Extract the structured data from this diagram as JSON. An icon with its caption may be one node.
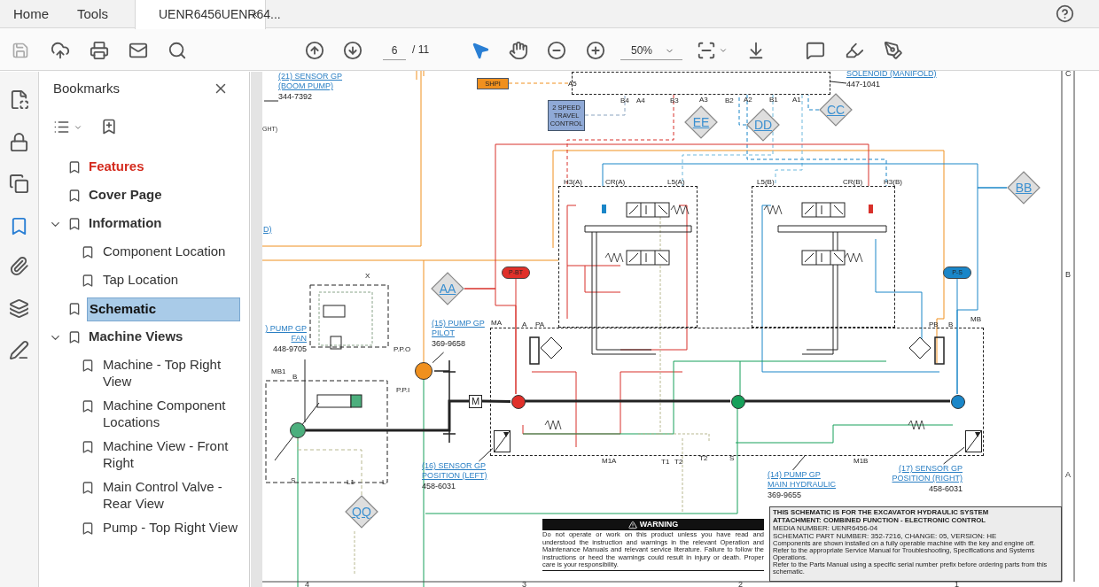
{
  "diagram": {
    "nodes": [
      {
        "text": [],
        "shape": "box"
      },
      {
        "text": [
          "SHPI"
        ]
      },
      {
        "text": [
          "2 SPEED TRAVEL CONTROL"
        ]
      },
      {
        "text": [
          "EE"
        ]
      },
      {
        "text": [
          "DD"
        ]
      },
      {
        "text": [
          "CC"
        ]
      },
      {
        "text": [
          "SOLENOID (MANIFOLD)",
          "447-1041"
        ]
      },
      {
        "text": [
          "(21) SENSOR GP (BOOM PUMP)",
          "344-7392"
        ]
      },
      {
        "text": [
          "BB"
        ]
      },
      {
        "text": [],
        "shape": "box"
      },
      {
        "text": [],
        "shape": "box"
      },
      {
        "text": [
          "AA"
        ]
      },
      {
        "text": [
          "P-BT"
        ]
      },
      {
        "text": [
          "P-S"
        ]
      },
      {
        "text": [
          ") PUMP GP FAN",
          "448-9705"
        ]
      },
      {
        "text": [],
        "shape": "circle"
      },
      {
        "text": [
          "(15) PUMP GP PILOT",
          "369-9658"
        ]
      },
      {
        "text": [],
        "shape": "circle"
      },
      {
        "text": [
          "M"
        ]
      },
      {
        "text": [],
        "shape": "box"
      },
      {
        "text": [],
        "shape": "circle",
        "in": 19
      },
      {
        "text": [],
        "shape": "circle",
        "in": 19
      },
      {
        "text": [],
        "shape": "circle",
        "in": 19
      },
      {
        "text": [],
        "shape": "box",
        "in": 19
      },
      {
        "text": [],
        "shape": "box",
        "in": 19
      },
      {
        "text": [
          "(16) SENSOR GP POSITION (LEFT)",
          "458-6031"
        ]
      },
      {
        "text": [
          "(14) PUMP GP MAIN HYDRAULIC",
          "369-9655"
        ]
      },
      {
        "text": [
          "(17) SENSOR GP POSITION (RIGHT)",
          "458-6031"
        ]
      },
      {
        "text": [
          "QQ"
        ]
      }
    ],
    "edges": [
      {
        "from": 6,
        "to": 0,
        "arrow": "none"
      },
      {
        "from": 7,
        "to": null,
        "arrow": "none"
      },
      {
        "from": 1,
        "to": 0,
        "arrow": "none",
        "style": "dashed",
        "color": "#f0901e"
      },
      {
        "from": 2,
        "to": 0,
        "arrow": "none",
        "style": "dashed",
        "color": "#8aa4c0"
      },
      {
        "from": 4,
        "to": 0,
        "arrow": "none",
        "style": "dashed",
        "color": "#1a86c8"
      },
      {
        "from": 5,
        "to": 0,
        "arrow": "none",
        "style": "dashed",
        "color": "#1a86c8"
      },
      {
        "from": 8,
        "to": 22,
        "arrow": "none",
        "color": "#1a86c8"
      },
      {
        "from": 11,
        "to": 20,
        "arrow": "none",
        "color": "#d8302a"
      },
      {
        "from": 12,
        "to": 20,
        "arrow": "none",
        "color": "#d8302a"
      },
      {
        "from": 13,
        "to": 22,
        "arrow": "none",
        "color": "#1a86c8"
      },
      {
        "from": 28,
        "to": 15,
        "arrow": "none",
        "style": "dashed",
        "color": "#b8b890"
      },
      {
        "from": 14,
        "to": 15,
        "arrow": "none"
      },
      {
        "from": 16,
        "to": 17,
        "arrow": "none"
      },
      {
        "from": 25,
        "to": 23,
        "arrow": "none"
      },
      {
        "from": 26,
        "to": 19,
        "arrow": "none"
      },
      {
        "from": 27,
        "to": 24,
        "arrow": "none"
      },
      {
        "from": 15,
        "to": 18,
        "arrow": "none",
        "style": "thick"
      },
      {
        "from": 18,
        "to": 20,
        "arrow": "none",
        "style": "thick"
      },
      {
        "from": 20,
        "to": 21,
        "arrow": "none",
        "style": "thick"
      },
      {
        "from": 21,
        "to": 22,
        "arrow": "none",
        "style": "thick"
      },
      {
        "from": 17,
        "to": 9,
        "arrow": "none",
        "color": "#f0901e"
      },
      {
        "from": 0,
        "to": 9,
        "arrow": "none",
        "style": "dashed",
        "color": "#d8302a"
      },
      {
        "from": 0,
        "to": 9,
        "arrow": "none",
        "style": "dashed",
        "color": "#6fb9dd"
      },
      {
        "from": 0,
        "to": 10,
        "arrow": "none",
        "style": "dashed",
        "color": "#1a86c8"
      },
      {
        "from": 0,
        "to": 10,
        "arrow": "none",
        "style": "dashed",
        "color": "#6fb9dd"
      },
      {
        "from": 11,
        "to": 10,
        "arrow": "none",
        "color": "#d8302a"
      },
      {
        "from": 8,
        "to": 9,
        "arrow": "none",
        "color": "#1a86c8"
      }
    ],
    "labels": [
      "Home",
      "Tools",
      "UENR6456UENR64...",
      "6",
      "/ 11",
      "50%",
      "Bookmarks",
      "Features",
      "Cover Page",
      "Information",
      "Component Location",
      "Tap Location",
      "Schematic",
      "Machine Views",
      "Machine - Top Right View",
      "Machine Component Locations",
      "Machine View - Front Right",
      "Main Control Valve - Rear View",
      "Pump - Top Right View",
      "A5",
      "B4",
      "A4",
      "B3",
      "A3",
      "B2",
      "A2",
      "B1",
      "A1",
      "H3(A)",
      "CR(A)",
      "L5(A)",
      "L5(B)",
      "CR(B)",
      "H3(B)",
      "GHT)",
      "D)",
      "X",
      "MB1",
      "B",
      "P.P.O",
      "P.P.I",
      "MA",
      "A",
      "PA",
      "PB",
      "B",
      "MB",
      "M1A",
      "T1",
      "T2",
      "T2",
      "S",
      "M1B",
      "S",
      "L1",
      "L",
      "C",
      "B",
      "A",
      "4",
      "3",
      "2",
      "1",
      "WARNING",
      "Do not operate or work on this product unless you have read and understood the instruction and warnings in the relevant Operation and Maintenance Manuals and relevant service literature. Failure to follow the instructions or heed the warnings could result in injury or death. Proper care is your responsibility.",
      "THIS SCHEMATIC IS FOR THE EXCAVATOR HYDRAULIC SYSTEM",
      "ATTACHMENT: COMBINED FUNCTION - ELECTRONIC CONTROL",
      "MEDIA NUMBER: UENR6456-04",
      "SCHEMATIC PART NUMBER: 352-7216, CHANGE: 05, VERSION: HE",
      "Components are shown installed on a fully operable machine with the key and engine off.",
      "Refer to the appropriate Service Manual for Troubleshooting, Specifications and Systems Operations.",
      "Refer to the Parts Manual using a specific serial number prefix before ordering parts from this schematic."
    ]
  }
}
